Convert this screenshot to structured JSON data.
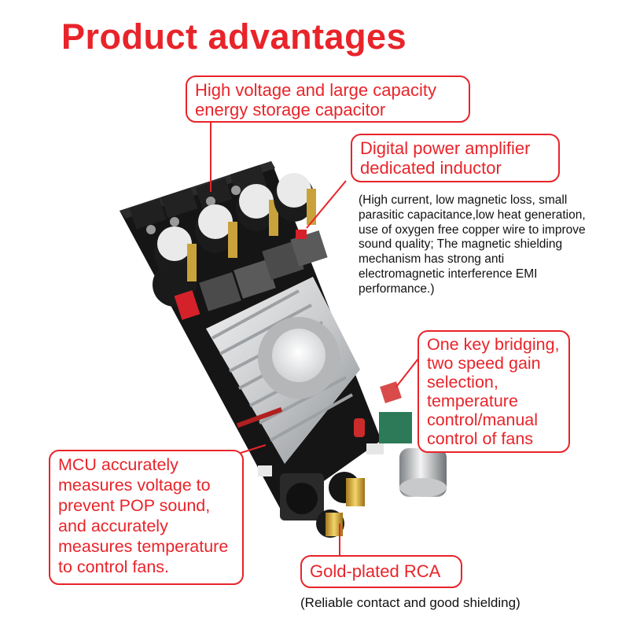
{
  "title": "Product advantages",
  "callouts": {
    "capacitor": "High voltage and large capacity\nenergy storage capacitor",
    "inductor": "Digital power amplifier\ndedicated inductor",
    "bridging": "One key bridging,\ntwo speed gain\nselection,\ntemperature\n control/manual\ncontrol of fans",
    "mcu": "MCU accurately\nmeasures voltage to\nprevent POP sound,\nand accurately\nmeasures temperature\nto control fans.",
    "rca": "Gold-plated RCA"
  },
  "notes": {
    "inductor_detail": "(High current, low magnetic loss, small parasitic capacitance,low heat generation, use of oxygen free copper wire to improve sound quality; The magnetic shielding mechanism has strong anti electromagnetic interference EMI performance.)",
    "rca_detail": "(Reliable contact and good shielding)"
  },
  "colors": {
    "accent": "#e8242a",
    "text": "#111111",
    "background": "#ffffff"
  }
}
